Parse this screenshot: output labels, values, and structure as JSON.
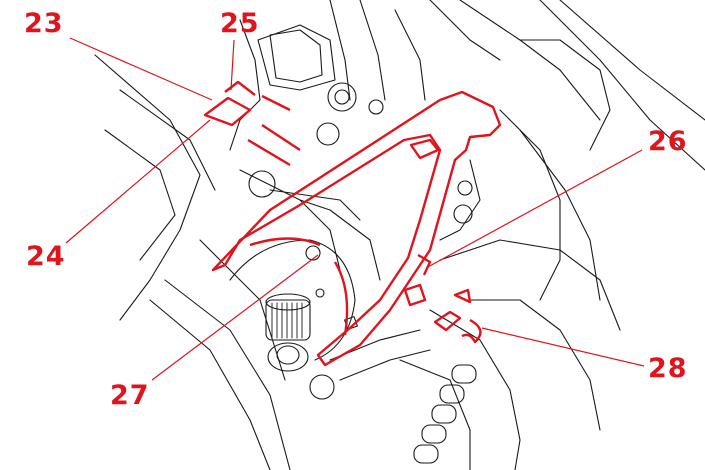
{
  "callouts": [
    {
      "id": "23",
      "text": "23"
    },
    {
      "id": "24",
      "text": "24"
    },
    {
      "id": "25",
      "text": "25"
    },
    {
      "id": "26",
      "text": "26"
    },
    {
      "id": "27",
      "text": "27"
    },
    {
      "id": "28",
      "text": "28"
    }
  ],
  "colors": {
    "highlight": "#e0141c",
    "line": "#1a1a1a",
    "background": "#ffffff"
  }
}
